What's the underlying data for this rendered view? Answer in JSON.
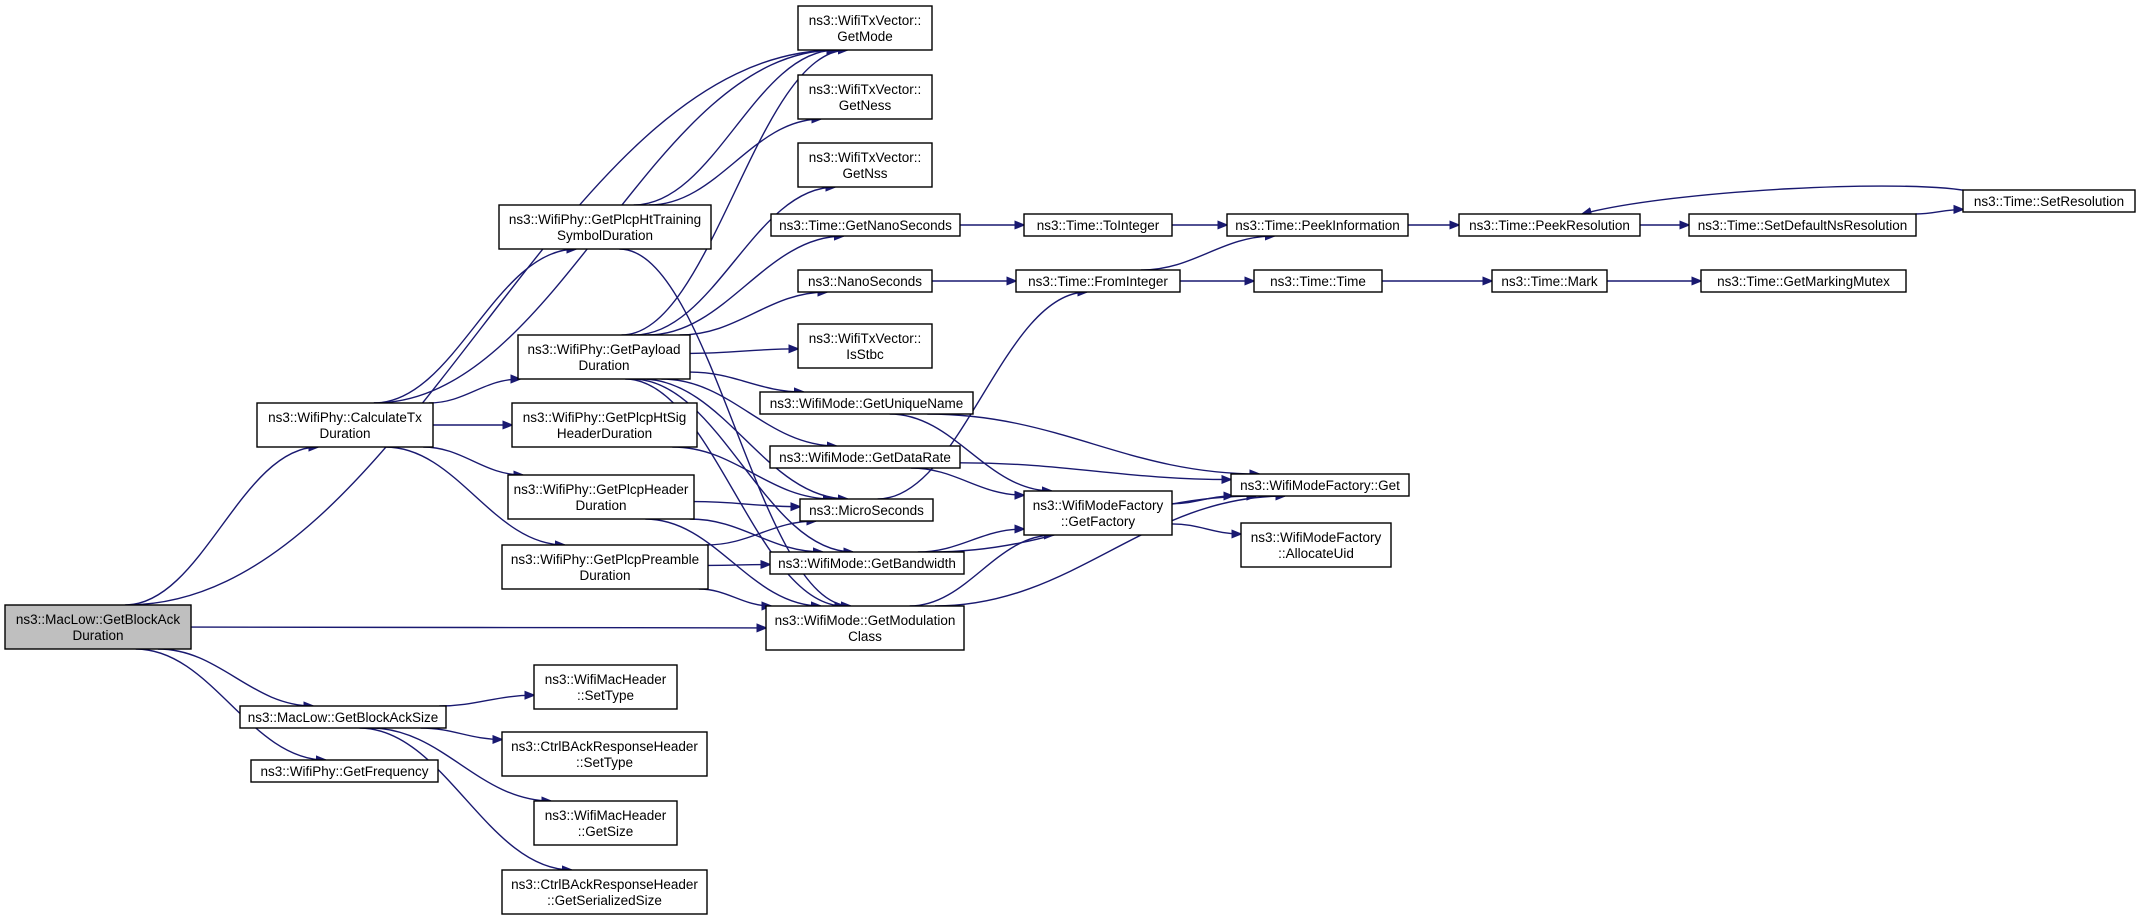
{
  "graph": {
    "root": "n0",
    "colors": {
      "edge": "#191970",
      "root_fill": "#bfbfbf",
      "node_fill": "#ffffff",
      "border": "#000000"
    },
    "nodes": [
      {
        "id": "n0",
        "lines": [
          "ns3::MacLow::GetBlockAck",
          "Duration"
        ]
      },
      {
        "id": "n1",
        "lines": [
          "ns3::WifiPhy::CalculateTx",
          "Duration"
        ]
      },
      {
        "id": "n2",
        "lines": [
          "ns3::WifiTxVector::",
          "GetMode"
        ]
      },
      {
        "id": "n3",
        "lines": [
          "ns3::WifiMode::GetModulation",
          "Class"
        ]
      },
      {
        "id": "n4",
        "lines": [
          "ns3::MacLow::GetBlockAckSize"
        ]
      },
      {
        "id": "n5",
        "lines": [
          "ns3::WifiPhy::GetFrequency"
        ]
      },
      {
        "id": "n6",
        "lines": [
          "ns3::WifiPhy::GetPlcpHtTraining",
          "SymbolDuration"
        ]
      },
      {
        "id": "n7",
        "lines": [
          "ns3::WifiPhy::GetPayload",
          "Duration"
        ]
      },
      {
        "id": "n8",
        "lines": [
          "ns3::WifiPhy::GetPlcpHtSig",
          "HeaderDuration"
        ]
      },
      {
        "id": "n9",
        "lines": [
          "ns3::WifiPhy::GetPlcpHeader",
          "Duration"
        ]
      },
      {
        "id": "n10",
        "lines": [
          "ns3::WifiPhy::GetPlcpPreamble",
          "Duration"
        ]
      },
      {
        "id": "n11",
        "lines": [
          "ns3::WifiTxVector::",
          "GetNess"
        ]
      },
      {
        "id": "n12",
        "lines": [
          "ns3::WifiTxVector::",
          "GetNss"
        ]
      },
      {
        "id": "n13",
        "lines": [
          "ns3::Time::GetNanoSeconds"
        ]
      },
      {
        "id": "n14",
        "lines": [
          "ns3::NanoSeconds"
        ]
      },
      {
        "id": "n15",
        "lines": [
          "ns3::WifiTxVector::",
          "IsStbc"
        ]
      },
      {
        "id": "n16",
        "lines": [
          "ns3::WifiMode::GetUniqueName"
        ]
      },
      {
        "id": "n17",
        "lines": [
          "ns3::WifiMode::GetDataRate"
        ]
      },
      {
        "id": "n18",
        "lines": [
          "ns3::MicroSeconds"
        ]
      },
      {
        "id": "n19",
        "lines": [
          "ns3::WifiMode::GetBandwidth"
        ]
      },
      {
        "id": "n20",
        "lines": [
          "ns3::Time::ToInteger"
        ]
      },
      {
        "id": "n21",
        "lines": [
          "ns3::Time::FromInteger"
        ]
      },
      {
        "id": "n22",
        "lines": [
          "ns3::WifiModeFactory",
          "::GetFactory"
        ]
      },
      {
        "id": "n23",
        "lines": [
          "ns3::WifiModeFactory::Get"
        ]
      },
      {
        "id": "n24",
        "lines": [
          "ns3::WifiModeFactory",
          "::AllocateUid"
        ]
      },
      {
        "id": "n25",
        "lines": [
          "ns3::Time::PeekInformation"
        ]
      },
      {
        "id": "n26",
        "lines": [
          "ns3::Time::Time"
        ]
      },
      {
        "id": "n27",
        "lines": [
          "ns3::Time::PeekResolution"
        ]
      },
      {
        "id": "n28",
        "lines": [
          "ns3::Time::Mark"
        ]
      },
      {
        "id": "n29",
        "lines": [
          "ns3::Time::SetDefaultNsResolution"
        ]
      },
      {
        "id": "n30",
        "lines": [
          "ns3::Time::SetResolution"
        ]
      },
      {
        "id": "n31",
        "lines": [
          "ns3::Time::GetMarkingMutex"
        ]
      },
      {
        "id": "n32",
        "lines": [
          "ns3::WifiMacHeader",
          "::SetType"
        ]
      },
      {
        "id": "n33",
        "lines": [
          "ns3::CtrlBAckResponseHeader",
          "::SetType"
        ]
      },
      {
        "id": "n34",
        "lines": [
          "ns3::WifiMacHeader",
          "::GetSize"
        ]
      },
      {
        "id": "n35",
        "lines": [
          "ns3::CtrlBAckResponseHeader",
          "::GetSerializedSize"
        ]
      }
    ],
    "edges": [
      [
        "n0",
        "n1"
      ],
      [
        "n0",
        "n2"
      ],
      [
        "n0",
        "n3"
      ],
      [
        "n0",
        "n4"
      ],
      [
        "n0",
        "n5"
      ],
      [
        "n1",
        "n2"
      ],
      [
        "n1",
        "n6"
      ],
      [
        "n1",
        "n7"
      ],
      [
        "n1",
        "n8"
      ],
      [
        "n1",
        "n9"
      ],
      [
        "n1",
        "n10"
      ],
      [
        "n6",
        "n2"
      ],
      [
        "n6",
        "n11"
      ],
      [
        "n6",
        "n3"
      ],
      [
        "n7",
        "n2"
      ],
      [
        "n7",
        "n12"
      ],
      [
        "n7",
        "n13"
      ],
      [
        "n7",
        "n14"
      ],
      [
        "n7",
        "n15"
      ],
      [
        "n7",
        "n16"
      ],
      [
        "n7",
        "n17"
      ],
      [
        "n7",
        "n18"
      ],
      [
        "n7",
        "n19"
      ],
      [
        "n7",
        "n3"
      ],
      [
        "n8",
        "n18"
      ],
      [
        "n9",
        "n18"
      ],
      [
        "n9",
        "n19"
      ],
      [
        "n9",
        "n3"
      ],
      [
        "n10",
        "n18"
      ],
      [
        "n10",
        "n19"
      ],
      [
        "n10",
        "n3"
      ],
      [
        "n13",
        "n20"
      ],
      [
        "n14",
        "n21"
      ],
      [
        "n16",
        "n22"
      ],
      [
        "n16",
        "n23"
      ],
      [
        "n17",
        "n22"
      ],
      [
        "n17",
        "n23"
      ],
      [
        "n18",
        "n21"
      ],
      [
        "n19",
        "n22"
      ],
      [
        "n19",
        "n23"
      ],
      [
        "n3",
        "n22"
      ],
      [
        "n3",
        "n23"
      ],
      [
        "n20",
        "n25"
      ],
      [
        "n21",
        "n25"
      ],
      [
        "n21",
        "n26"
      ],
      [
        "n22",
        "n23"
      ],
      [
        "n22",
        "n24"
      ],
      [
        "n25",
        "n27"
      ],
      [
        "n26",
        "n28"
      ],
      [
        "n27",
        "n29"
      ],
      [
        "n29",
        "n30"
      ],
      [
        "n30",
        "n27"
      ],
      [
        "n28",
        "n31"
      ],
      [
        "n4",
        "n32"
      ],
      [
        "n4",
        "n33"
      ],
      [
        "n4",
        "n34"
      ],
      [
        "n4",
        "n35"
      ]
    ]
  }
}
